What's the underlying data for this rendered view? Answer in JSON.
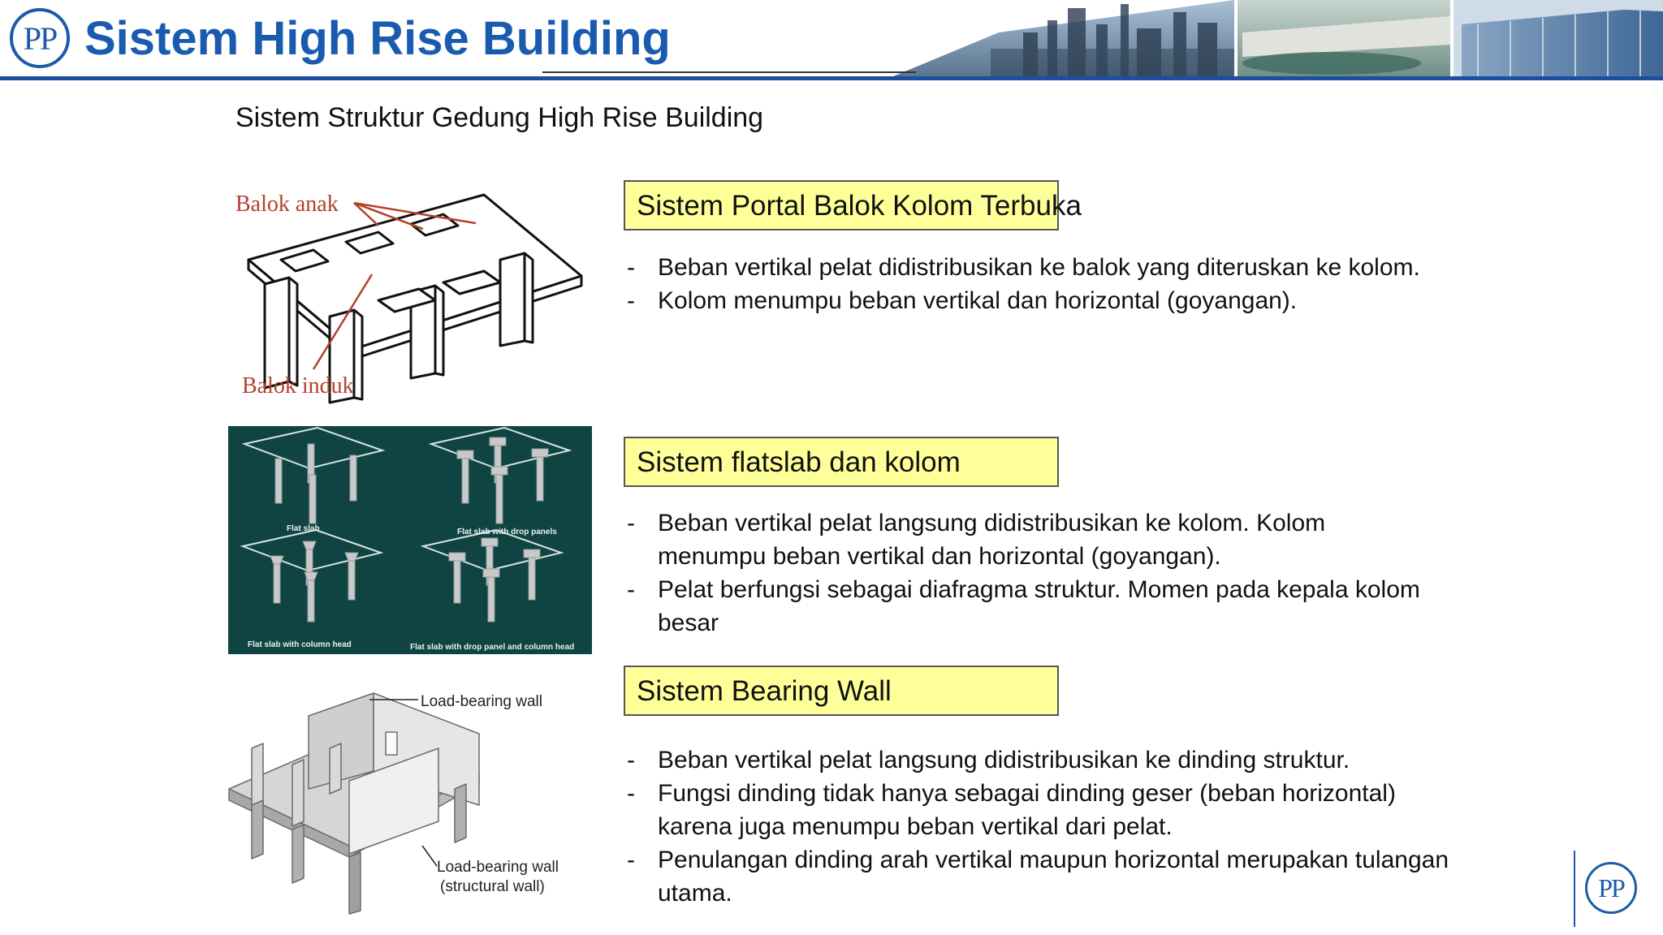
{
  "header": {
    "logo_text": "PP",
    "title": "Sistem High Rise Building"
  },
  "subtitle": "Sistem Struktur Gedung High Rise Building",
  "sections": [
    {
      "heading": "Sistem Portal Balok Kolom Terbuka",
      "bullets": [
        "Beban vertikal pelat didistribusikan ke balok yang   diteruskan ke kolom.",
        "Kolom menumpu beban vertikal dan horizontal (goyangan)."
      ]
    },
    {
      "heading": "Sistem flatslab dan kolom",
      "bullets": [
        "Beban vertikal pelat langsung didistribusikan ke kolom. Kolom menumpu beban vertikal dan horizontal (goyangan).",
        "Pelat berfungsi sebagai diafragma struktur. Momen pada kepala kolom besar"
      ]
    },
    {
      "heading": "Sistem Bearing Wall",
      "bullets": [
        "Beban vertikal pelat langsung didistribusikan ke dinding struktur.",
        "Fungsi dinding tidak hanya sebagai dinding geser (beban horizontal) karena juga menumpu beban vertikal dari pelat.",
        "Penulangan dinding arah vertikal maupun horizontal merupakan tulangan utama."
      ]
    }
  ],
  "figure1": {
    "label_top": "Balok anak",
    "label_bottom": "Balok induk"
  },
  "figure2": {
    "label_1": "Flat slab",
    "label_2": "Flat slab with drop panels",
    "label_3": "Flat slab with column head",
    "label_4": "Flat slab with drop panel and column head"
  },
  "figure3": {
    "label_top": "Load-bearing wall",
    "label_bottom_1": "Load-bearing wall",
    "label_bottom_2": "(structural wall)"
  },
  "footer": {
    "logo_text": "PP"
  },
  "colors": {
    "brand_blue": "#1a5bb0",
    "box_yellow": "#ffff99",
    "figure_label_red": "#b5402a"
  }
}
